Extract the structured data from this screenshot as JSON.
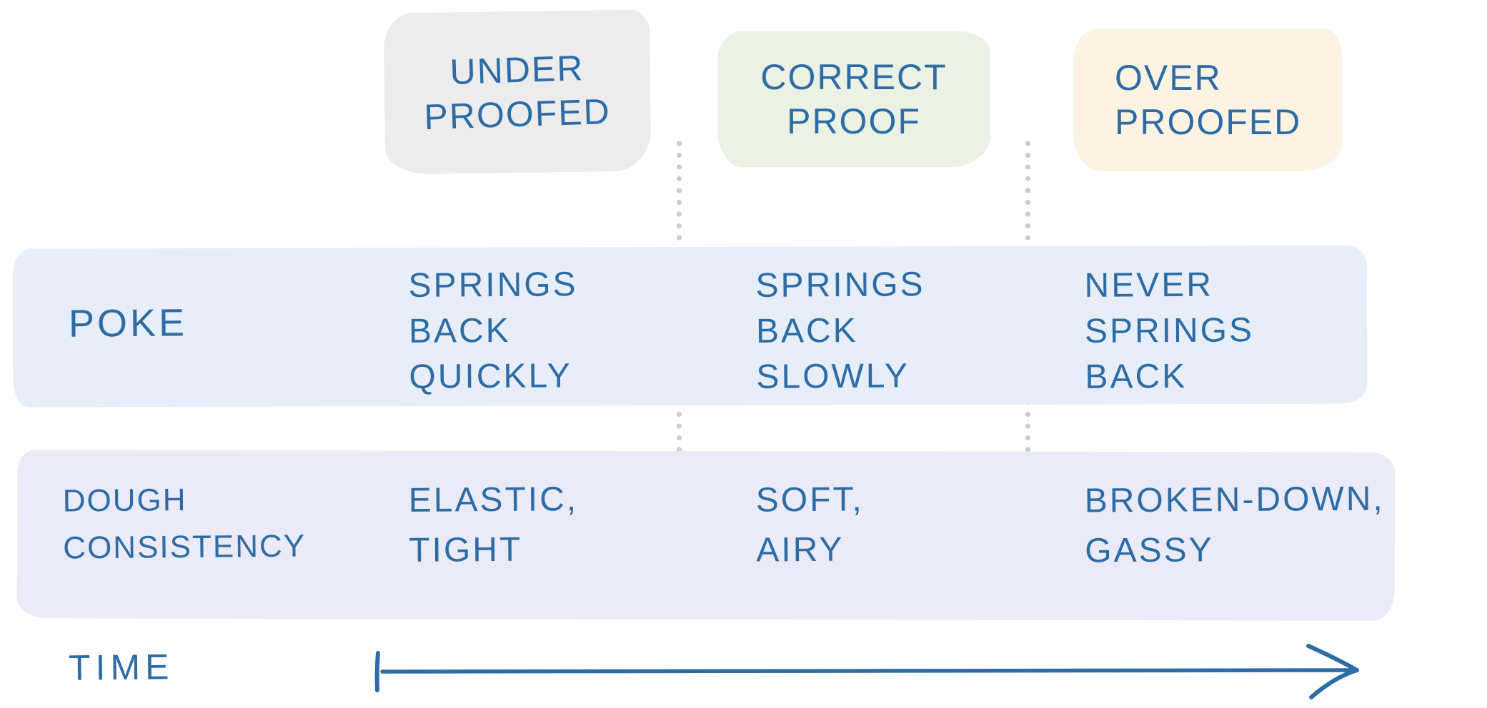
{
  "diagram": {
    "subject": "bread-proofing-poke-test",
    "ink_color": "#2e6ca6",
    "dot_color": "#caccd4",
    "columns": [
      {
        "name": "under-proofed",
        "line1": "UNDER",
        "line2": "PROOFED",
        "bg": "#ececec"
      },
      {
        "name": "correct-proof",
        "line1": "CORRECT",
        "line2": "PROOF",
        "bg": "#ebf2e4"
      },
      {
        "name": "over-proofed",
        "line1": "OVER",
        "line2": "PROOFED",
        "bg": "#fcf3e2"
      }
    ],
    "rows": [
      {
        "name": "poke",
        "label": "POKE",
        "bg": "#e7eef7",
        "cells": [
          {
            "lines": [
              "SPRINGS",
              "BACK",
              "QUICKLY"
            ]
          },
          {
            "lines": [
              "SPRINGS",
              "BACK",
              "SLOWLY"
            ]
          },
          {
            "lines": [
              "NEVER",
              "SPRINGS",
              "BACK"
            ]
          }
        ]
      },
      {
        "name": "dough-consistency",
        "label_line1": "DOUGH",
        "label_line2": "CONSISTENCY",
        "bg": "#ebebf7",
        "cells": [
          {
            "lines": [
              "ELASTIC,",
              "TIGHT"
            ]
          },
          {
            "lines": [
              "SOFT,",
              "AIRY"
            ]
          },
          {
            "lines": [
              "BROKEN-DOWN,",
              "GASSY"
            ]
          }
        ]
      }
    ],
    "time_axis": {
      "label": "TIME"
    }
  }
}
